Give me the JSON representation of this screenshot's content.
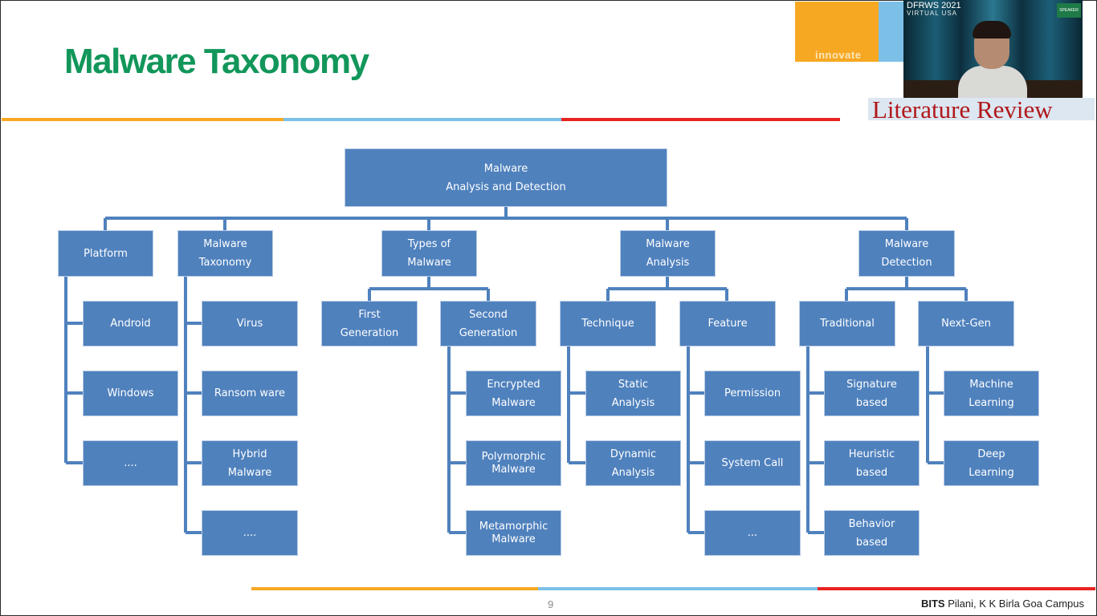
{
  "slide": {
    "title": "Malware Taxonomy",
    "page_number": "9",
    "footer_bold": "BITS",
    "footer_rest": " Pilani, K K Birla Goa Campus",
    "accent_colors": {
      "title_green": "#12965a",
      "orange": "#f7a823",
      "blue": "#7cc0e8",
      "red": "#e8231f",
      "box_blue": "#4f81bd"
    }
  },
  "logo": {
    "text": "innovate"
  },
  "video": {
    "brand": "DFRWS 2021",
    "brand_sub": "VIRTUAL USA",
    "badge": "SPEAKER"
  },
  "overlay": {
    "literature_review": "Literature Review"
  },
  "diagram": {
    "root": "Malware\nAnalysis and Detection",
    "categories": {
      "platform": "Platform",
      "taxonomy": "Malware\nTaxonomy",
      "types": "Types of\nMalware",
      "analysis": "Malware\nAnalysis",
      "detection": "Malware Detection"
    },
    "platform_items": [
      "Android",
      "Windows",
      "...."
    ],
    "taxonomy_items": [
      "Virus",
      "Ransom ware",
      "Hybrid\nMalware",
      "...."
    ],
    "types_sub": [
      "First\nGeneration",
      "Second\nGeneration"
    ],
    "second_gen_items": [
      "Encrypted\nMalware",
      "Polymorphic\nMalware",
      "Metamorphic\nMalware"
    ],
    "analysis_sub": [
      "Technique",
      "Feature"
    ],
    "technique_items": [
      "Static\nAnalysis",
      "Dynamic\nAnalysis"
    ],
    "feature_items": [
      "Permission",
      "System Call",
      "..."
    ],
    "detection_sub": [
      "Traditional",
      "Next-Gen"
    ],
    "traditional_items": [
      "Signature\nbased",
      "Heuristic\nbased",
      "Behavior\nbased"
    ],
    "nextgen_items": [
      "Machine\nLearning",
      "Deep\nLearning"
    ]
  }
}
